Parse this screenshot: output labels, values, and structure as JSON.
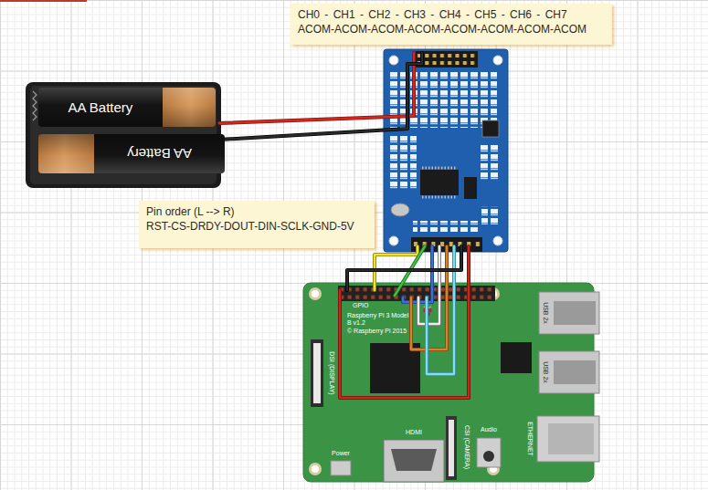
{
  "diagram": {
    "nodes": [
      {
        "text": [
          "CH0 - CH1 - CH2 - CH3 - CH4 - CH5 - CH6 - CH7",
          "ACOM-ACOM-ACOM-ACOM-ACOM-ACOM-ACOM-ACOM"
        ]
      },
      {
        "text": [
          "AA Battery"
        ]
      },
      {
        "text": [
          "AA Battery"
        ]
      },
      {
        "text": [
          "Pin order (L --> R)",
          "RST-CS-DRDY-DOUT-DIN-SCLK-GND-5V"
        ]
      },
      {
        "text": [
          "Raspberry Pi 3 Model B v1.2",
          "© Raspberry Pi 2015",
          "GPIO",
          "USB 2x",
          "USB 2x",
          "ETHERNET",
          "HDMI",
          "Power",
          "Audio",
          "CSI (CAMERA)",
          "DSI (DISPLAY)"
        ]
      }
    ]
  }
}
